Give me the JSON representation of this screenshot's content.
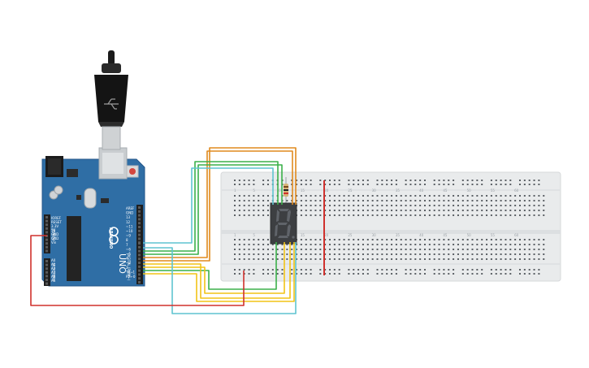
{
  "arduino": {
    "brand": "ARDUINO",
    "model": "UNO",
    "digital_label": "DIGITAL (PWM~)",
    "power_label": "POWER",
    "analog_label": "ANALOG IN",
    "header_top": [
      "AREF",
      "GND",
      "13",
      "12",
      "~11",
      "~10",
      "~9",
      "8",
      "7",
      "~6",
      "~5",
      "4",
      "~3",
      "2",
      "TX→1",
      "RX←0"
    ],
    "header_power": [
      "IOREF",
      "RESET",
      "3.3V",
      "5V",
      "GND",
      "GND",
      "Vin"
    ],
    "header_analog": [
      "A0",
      "A1",
      "A2",
      "A3",
      "A4",
      "A5"
    ]
  },
  "breadboard": {
    "column_markers": [
      "1",
      "5",
      "10",
      "15",
      "20",
      "25",
      "30",
      "35",
      "40",
      "45",
      "50",
      "55",
      "60"
    ]
  },
  "display": {
    "digit": "8"
  },
  "colors": {
    "board": "#2f6ea5",
    "wire_orange": "#e08a1e",
    "wire_green": "#3bb04a",
    "wire_yellow": "#f2c316",
    "wire_cyan": "#5fc4d0",
    "wire_red": "#d0312d",
    "breadboard": "#e9ebec"
  }
}
